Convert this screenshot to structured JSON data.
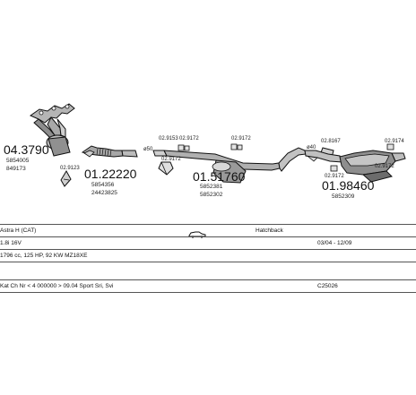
{
  "parts": {
    "manifold": {
      "part_number": "04.3790",
      "refs": [
        "5854005",
        "849173"
      ]
    },
    "gasket_1": {
      "ref": "02.9123"
    },
    "front_pipe": {
      "part_number": "01.22220",
      "refs": [
        "5854356",
        "24423825"
      ]
    },
    "middle": {
      "part_number": "01.51760",
      "refs": [
        "5852381",
        "5852302"
      ],
      "labels": {
        "diameter": "ø50",
        "clamp_a": "02.9153",
        "clamp_b": "02.9172",
        "gasket_b": "02.9172",
        "clamp_c": "02.9172"
      }
    },
    "rear": {
      "part_number": "01.98460",
      "refs": [
        "5852309"
      ],
      "labels": {
        "diameter": "ø40",
        "clamp": "02.8167",
        "hanger_top": "02.9174",
        "rubber_a": "02.9172",
        "rubber_b": "02.9172"
      }
    }
  },
  "vehicle": {
    "model": "Astra H (CAT)",
    "body_type": "Hatchback",
    "engine": "1.8i 16V",
    "production": "03/04 - 12/09",
    "spec": "1796 cc, 125 HP, 92 KW MZ18XE",
    "note": "Kat Ch Nr < 4 000000 > 09.04 Sport Sri, Svi",
    "catalog_code": "C25026"
  },
  "colors": {
    "line": "#111111",
    "part_fill": "#9a9a9a",
    "part_dark": "#555555",
    "part_light": "#d9d9d9"
  }
}
